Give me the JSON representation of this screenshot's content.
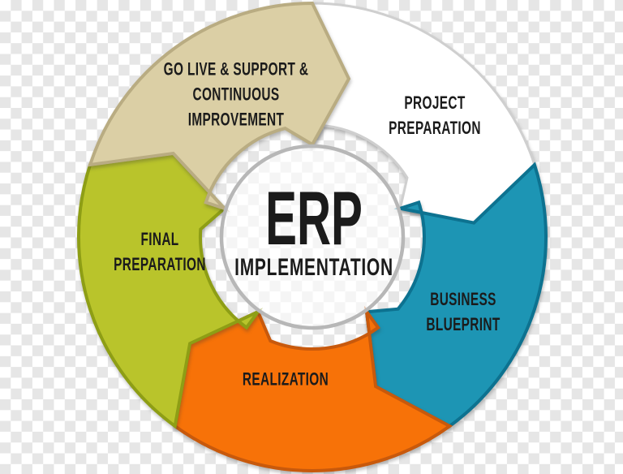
{
  "background": {
    "checker_light": "#ffffff",
    "checker_dark": "#e6e6e6"
  },
  "diagram": {
    "text_color": "#1b1b1b",
    "center": {
      "title": "ERP",
      "subtitle": "IMPLEMENTATION",
      "ring_color": "#b7b7b7",
      "fill_color": "rgba(255,255,255,0.6)"
    },
    "segments": [
      {
        "id": "project-preparation",
        "label": "PROJECT\nPREPARATION",
        "color": "#ffffff",
        "edge": "#cfcfcf"
      },
      {
        "id": "business-blueprint",
        "label": "BUSINESS\nBLUEPRINT",
        "color": "#1d95b4",
        "edge": "#0d7290"
      },
      {
        "id": "realization",
        "label": "REALIZATION",
        "color": "#f77208",
        "edge": "#c8590c"
      },
      {
        "id": "final-preparation",
        "label": "FINAL\nPREPARATION",
        "color": "#b9c42b",
        "edge": "#8e9e15"
      },
      {
        "id": "go-live-support",
        "label": "GO LIVE & SUPPORT &\nCONTINUOUS\nIMPROVEMENT",
        "color": "#dbcfa5",
        "edge": "#b9ac82"
      }
    ]
  }
}
